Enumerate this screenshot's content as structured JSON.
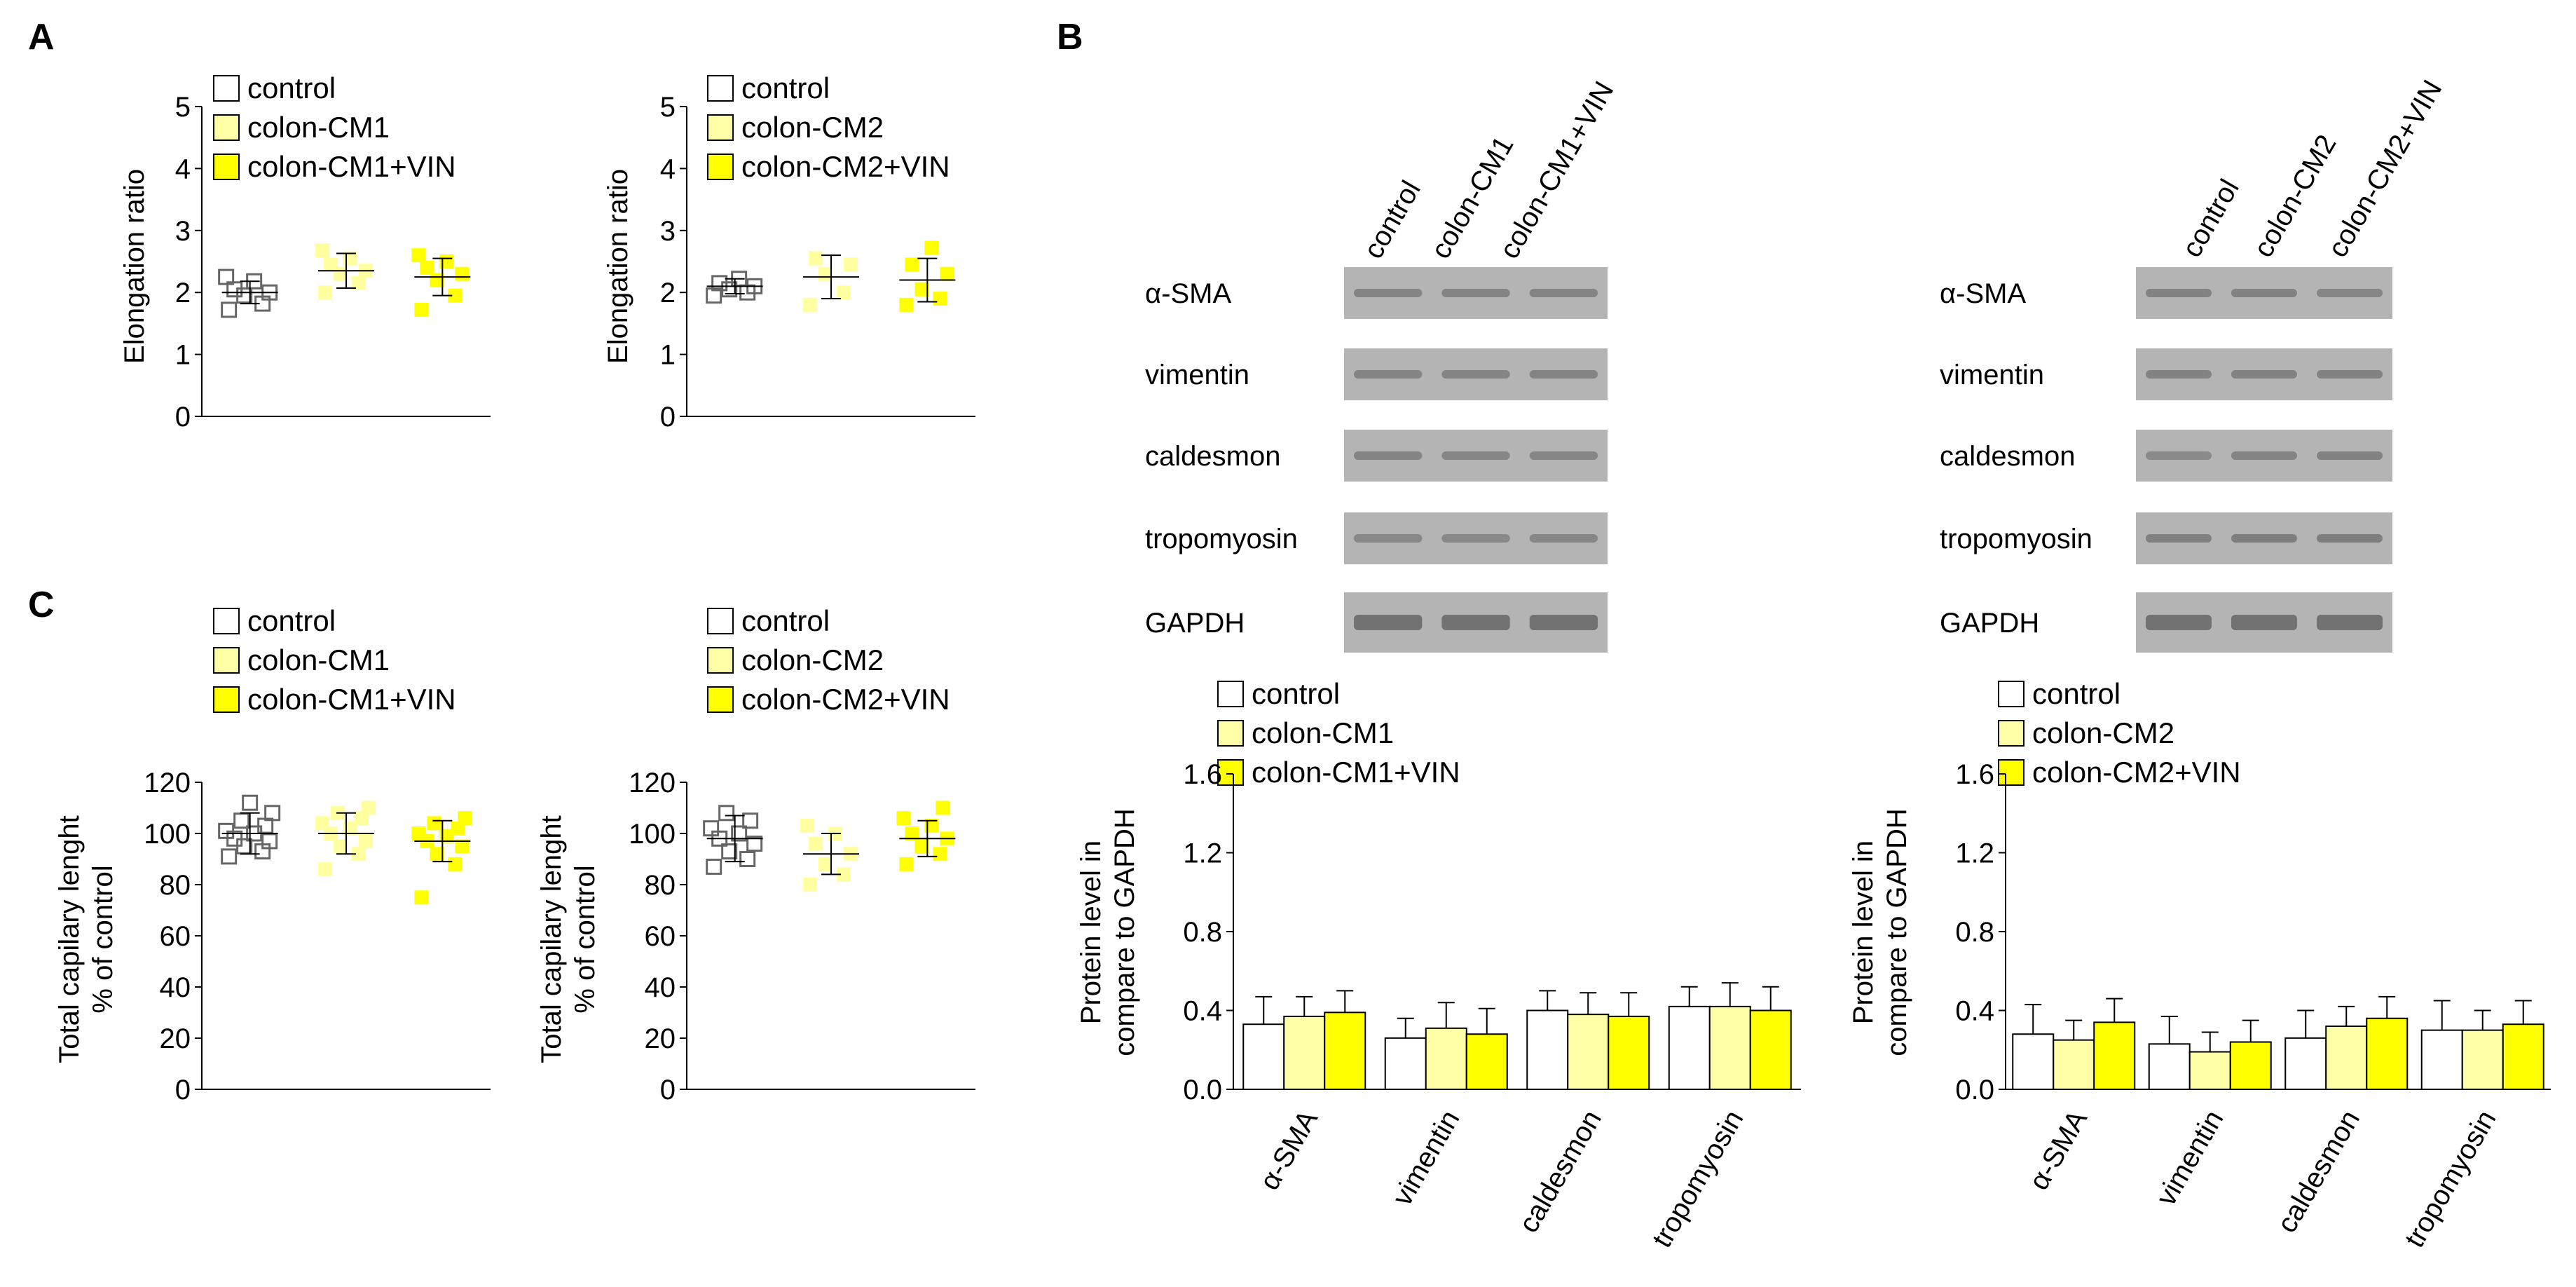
{
  "colors": {
    "control": "#ffffff",
    "cm": "#ffffa8",
    "cm_vin": "#ffff00",
    "control_marker_stroke": "#666666",
    "cm_marker": "#ffffa0",
    "cm_vin_marker": "#ffff00",
    "axis": "#000000",
    "blot_bg": "#b4b4b4",
    "blot_band": "#6a6a6a"
  },
  "panel_letters": {
    "A": "A",
    "B": "B",
    "C": "C"
  },
  "chart_data": [
    {
      "id": "A1",
      "type": "scatter",
      "ylabel": "Elongation ratio",
      "ylim": [
        0,
        5
      ],
      "yticks": [
        "0",
        "1",
        "2",
        "3",
        "4",
        "5"
      ],
      "legend": [
        "control",
        "colon-CM1",
        "colon-CM1+VIN"
      ],
      "series": [
        {
          "name": "control",
          "mean": 2.0,
          "sd": 0.18,
          "values": [
            1.72,
            1.82,
            1.95,
            2.0,
            2.05,
            2.18,
            2.25
          ]
        },
        {
          "name": "colon-CM1",
          "mean": 2.35,
          "sd": 0.28,
          "values": [
            2.0,
            2.15,
            2.3,
            2.35,
            2.45,
            2.55,
            2.68
          ]
        },
        {
          "name": "colon-CM1+VIN",
          "mean": 2.25,
          "sd": 0.3,
          "values": [
            1.72,
            1.95,
            2.2,
            2.3,
            2.4,
            2.5,
            2.6
          ]
        }
      ]
    },
    {
      "id": "A2",
      "type": "scatter",
      "ylabel": "Elongation ratio",
      "ylim": [
        0,
        5
      ],
      "yticks": [
        "0",
        "1",
        "2",
        "3",
        "4",
        "5"
      ],
      "legend": [
        "control",
        "colon-CM2",
        "colon-CM2+VIN"
      ],
      "series": [
        {
          "name": "control",
          "mean": 2.1,
          "sd": 0.12,
          "values": [
            1.95,
            2.0,
            2.05,
            2.1,
            2.15,
            2.22
          ]
        },
        {
          "name": "colon-CM2",
          "mean": 2.25,
          "sd": 0.35,
          "values": [
            1.8,
            2.0,
            2.3,
            2.45,
            2.55
          ]
        },
        {
          "name": "colon-CM2+VIN",
          "mean": 2.2,
          "sd": 0.35,
          "values": [
            1.8,
            1.9,
            2.05,
            2.3,
            2.45,
            2.72
          ]
        }
      ]
    },
    {
      "id": "C1",
      "type": "scatter",
      "ylabel": "Total capilary lenght",
      "ylabel2": "% of control",
      "ylim": [
        0,
        120
      ],
      "yticks": [
        "0",
        "20",
        "40",
        "60",
        "80",
        "100",
        "120"
      ],
      "legend": [
        "control",
        "colon-CM1",
        "colon-CM1+VIN"
      ],
      "series": [
        {
          "name": "control",
          "mean": 100,
          "sd": 8,
          "values": [
            91,
            93,
            95,
            97,
            98,
            100,
            101,
            103,
            105,
            108,
            112
          ]
        },
        {
          "name": "colon-CM1",
          "mean": 100,
          "sd": 8,
          "values": [
            86,
            92,
            95,
            97,
            100,
            102,
            104,
            106,
            108,
            110
          ]
        },
        {
          "name": "colon-CM1+VIN",
          "mean": 97,
          "sd": 8,
          "values": [
            75,
            88,
            92,
            95,
            97,
            99,
            100,
            102,
            104,
            106
          ]
        }
      ]
    },
    {
      "id": "C2",
      "type": "scatter",
      "ylabel": "Total capilary lenght",
      "ylabel2": "% of control",
      "ylim": [
        0,
        120
      ],
      "yticks": [
        "0",
        "20",
        "40",
        "60",
        "80",
        "100",
        "120"
      ],
      "legend": [
        "control",
        "colon-CM2",
        "colon-CM2+VIN"
      ],
      "series": [
        {
          "name": "control",
          "mean": 98,
          "sd": 9,
          "values": [
            87,
            90,
            93,
            96,
            98,
            100,
            102,
            105,
            108
          ]
        },
        {
          "name": "colon-CM2",
          "mean": 92,
          "sd": 8,
          "values": [
            80,
            84,
            88,
            92,
            96,
            100,
            103
          ]
        },
        {
          "name": "colon-CM2+VIN",
          "mean": 98,
          "sd": 7,
          "values": [
            88,
            92,
            95,
            98,
            100,
            103,
            106,
            110
          ]
        }
      ]
    },
    {
      "id": "B1",
      "type": "bar",
      "ylabel": "Protein level in",
      "ylabel2": "compare to GAPDH",
      "ylim": [
        0,
        1.6
      ],
      "yticks": [
        "0.0",
        "0.4",
        "0.8",
        "1.2",
        "1.6"
      ],
      "legend": [
        "control",
        "colon-CM1",
        "colon-CM1+VIN"
      ],
      "categories": [
        "α-SMA",
        "vimentin",
        "caldesmon",
        "tropomyosin"
      ],
      "series": [
        {
          "name": "control",
          "values": [
            0.33,
            0.26,
            0.4,
            0.42
          ],
          "errors": [
            0.14,
            0.1,
            0.1,
            0.1
          ]
        },
        {
          "name": "colon-CM1",
          "values": [
            0.37,
            0.31,
            0.38,
            0.42
          ],
          "errors": [
            0.1,
            0.13,
            0.11,
            0.12
          ]
        },
        {
          "name": "colon-CM1+VIN",
          "values": [
            0.39,
            0.28,
            0.37,
            0.4
          ],
          "errors": [
            0.11,
            0.13,
            0.12,
            0.12
          ]
        }
      ]
    },
    {
      "id": "B2",
      "type": "bar",
      "ylabel": "Protein level in",
      "ylabel2": "compare to GAPDH",
      "ylim": [
        0,
        1.6
      ],
      "yticks": [
        "0.0",
        "0.4",
        "0.8",
        "1.2",
        "1.6"
      ],
      "legend": [
        "control",
        "colon-CM2",
        "colon-CM2+VIN"
      ],
      "categories": [
        "α-SMA",
        "vimentin",
        "caldesmon",
        "tropomyosin"
      ],
      "series": [
        {
          "name": "control",
          "values": [
            0.28,
            0.23,
            0.26,
            0.3
          ],
          "errors": [
            0.15,
            0.14,
            0.14,
            0.15
          ]
        },
        {
          "name": "colon-CM2",
          "values": [
            0.25,
            0.19,
            0.32,
            0.3
          ],
          "errors": [
            0.1,
            0.1,
            0.1,
            0.1
          ]
        },
        {
          "name": "colon-CM2+VIN",
          "values": [
            0.34,
            0.24,
            0.36,
            0.33
          ],
          "errors": [
            0.12,
            0.11,
            0.11,
            0.12
          ]
        }
      ]
    }
  ],
  "blots": [
    {
      "id": "blot1",
      "lanes": [
        "control",
        "colon-CM1",
        "colon-CM1+VIN"
      ],
      "rows": [
        "α-SMA",
        "vimentin",
        "caldesmon",
        "tropomyosin",
        "GAPDH"
      ],
      "band_intensity": [
        [
          0.55,
          0.55,
          0.55
        ],
        [
          0.55,
          0.55,
          0.55
        ],
        [
          0.55,
          0.5,
          0.5
        ],
        [
          0.45,
          0.45,
          0.5
        ],
        [
          1.0,
          1.0,
          1.0
        ]
      ]
    },
    {
      "id": "blot2",
      "lanes": [
        "control",
        "colon-CM2",
        "colon-CM2+VIN"
      ],
      "rows": [
        "α-SMA",
        "vimentin",
        "caldesmon",
        "tropomyosin",
        "GAPDH"
      ],
      "band_intensity": [
        [
          0.6,
          0.6,
          0.5
        ],
        [
          0.6,
          0.6,
          0.6
        ],
        [
          0.4,
          0.55,
          0.6
        ],
        [
          0.65,
          0.7,
          0.7
        ],
        [
          1.0,
          1.0,
          1.0
        ]
      ]
    }
  ]
}
